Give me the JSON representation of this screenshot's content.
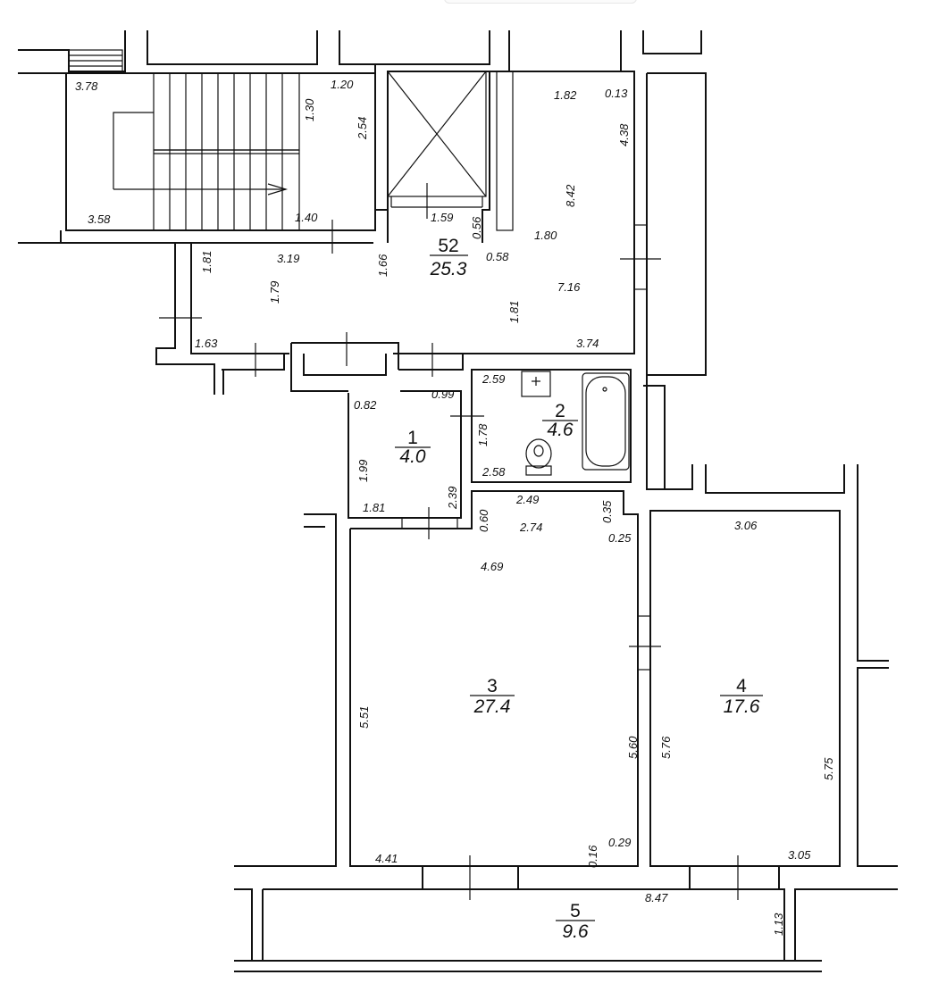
{
  "rooms": [
    {
      "id": "52",
      "number": "52",
      "area": "25.3"
    },
    {
      "id": "1",
      "number": "1",
      "area": "4.0"
    },
    {
      "id": "2",
      "number": "2",
      "area": "4.6"
    },
    {
      "id": "3",
      "number": "3",
      "area": "27.4"
    },
    {
      "id": "4",
      "number": "4",
      "area": "17.6"
    },
    {
      "id": "5",
      "number": "5",
      "area": "9.6"
    }
  ],
  "dimensions": [
    {
      "id": "d1",
      "text": "3.78"
    },
    {
      "id": "d2",
      "text": "1.20"
    },
    {
      "id": "d3",
      "text": "1.30"
    },
    {
      "id": "d4",
      "text": "2.54"
    },
    {
      "id": "d5",
      "text": "3.58"
    },
    {
      "id": "d6",
      "text": "1.40"
    },
    {
      "id": "d7",
      "text": "1.82"
    },
    {
      "id": "d8",
      "text": "0.13"
    },
    {
      "id": "d9",
      "text": "4.38"
    },
    {
      "id": "d10",
      "text": "8.42"
    },
    {
      "id": "d11",
      "text": "1.59"
    },
    {
      "id": "d12",
      "text": "0.56"
    },
    {
      "id": "d13",
      "text": "1.80"
    },
    {
      "id": "d14",
      "text": "1.81"
    },
    {
      "id": "d15",
      "text": "3.19"
    },
    {
      "id": "d16",
      "text": "1.66"
    },
    {
      "id": "d17",
      "text": "0.58"
    },
    {
      "id": "d18",
      "text": "1.79"
    },
    {
      "id": "d19",
      "text": "7.16"
    },
    {
      "id": "d20",
      "text": "1.81"
    },
    {
      "id": "d21",
      "text": "1.63"
    },
    {
      "id": "d22",
      "text": "3.74"
    },
    {
      "id": "d23",
      "text": "2.59"
    },
    {
      "id": "d24",
      "text": "0.82"
    },
    {
      "id": "d25",
      "text": "0.99"
    },
    {
      "id": "d26",
      "text": "1.78"
    },
    {
      "id": "d27",
      "text": "1.99"
    },
    {
      "id": "d28",
      "text": "2.58"
    },
    {
      "id": "d29",
      "text": "2.39"
    },
    {
      "id": "d30",
      "text": "1.81"
    },
    {
      "id": "d31",
      "text": "0.60"
    },
    {
      "id": "d32",
      "text": "2.49"
    },
    {
      "id": "d33",
      "text": "0.35"
    },
    {
      "id": "d34",
      "text": "2.74"
    },
    {
      "id": "d35",
      "text": "0.25"
    },
    {
      "id": "d36",
      "text": "3.06"
    },
    {
      "id": "d37",
      "text": "4.69"
    },
    {
      "id": "d38",
      "text": "5.51"
    },
    {
      "id": "d39",
      "text": "5.60"
    },
    {
      "id": "d40",
      "text": "5.76"
    },
    {
      "id": "d41",
      "text": "5.75"
    },
    {
      "id": "d42",
      "text": "4.41"
    },
    {
      "id": "d43",
      "text": "0.16"
    },
    {
      "id": "d44",
      "text": "0.29"
    },
    {
      "id": "d45",
      "text": "3.05"
    },
    {
      "id": "d46",
      "text": "8.47"
    },
    {
      "id": "d47",
      "text": "1.13"
    }
  ]
}
